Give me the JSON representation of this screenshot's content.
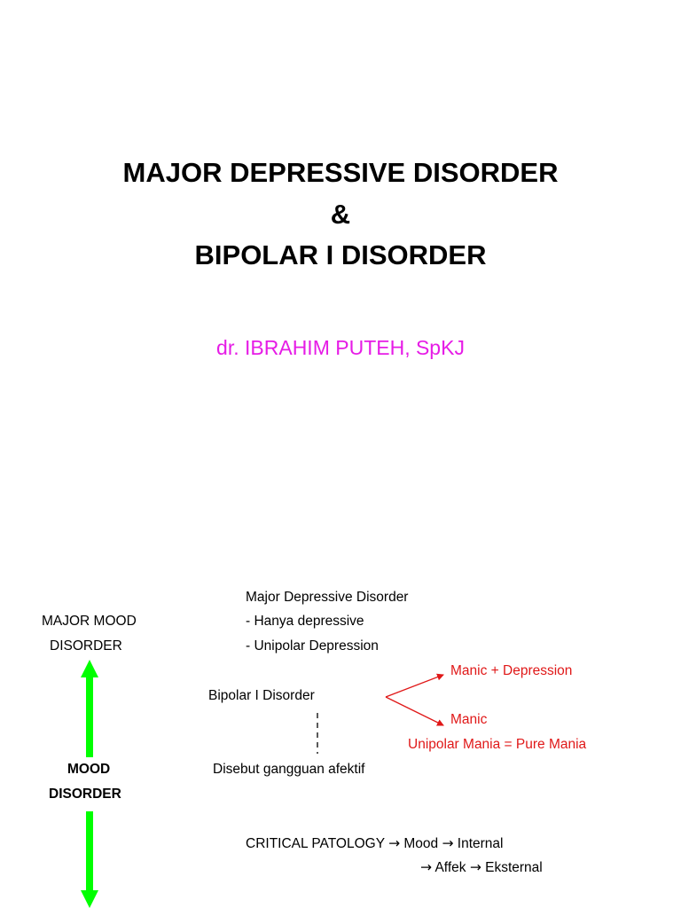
{
  "slide1": {
    "title_line1": "MAJOR DEPRESSIVE DISORDER",
    "title_line2": "&",
    "title_line3": "BIPOLAR I DISORDER",
    "author": "dr. IBRAHIM PUTEH, SpKJ"
  },
  "slide2": {
    "left": {
      "major_mood_line1": "MAJOR MOOD",
      "major_mood_line2": "DISORDER",
      "mood_line1": "MOOD",
      "mood_line2": "DISORDER"
    },
    "mdd": {
      "heading": "Major Depressive Disorder",
      "item1": "- Hanya depressive",
      "item2": "- Unipolar Depression"
    },
    "bipolar": {
      "label": "Bipolar I Disorder",
      "branch_top": "Manic + Depression",
      "branch_bottom": "Manic",
      "unipolar_mania": "Unipolar Mania = Pure Mania"
    },
    "afektif": "Disebut gangguan afektif",
    "critical": {
      "label": "CRITICAL PATOLOGY",
      "mood": "Mood",
      "internal": "Internal",
      "affek": "Affek",
      "eksternal": "Eksternal",
      "arrow_symbol": "→"
    },
    "colors": {
      "green_arrow": "#00ff00",
      "red_text": "#e01818",
      "author": "#e61ce6"
    }
  }
}
